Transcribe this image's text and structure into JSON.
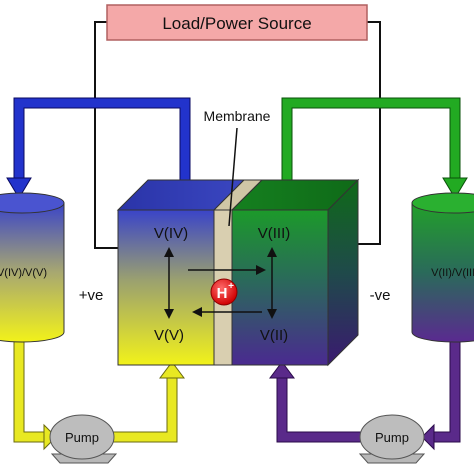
{
  "load_label": "Load/Power Source",
  "membrane_label": "Membrane",
  "positive_cell": {
    "top_species": "V(IV)",
    "bottom_species": "V(V)"
  },
  "negative_cell": {
    "top_species": "V(III)",
    "bottom_species": "V(II)"
  },
  "proton": {
    "base": "H",
    "charge": "+"
  },
  "positive_terminal": "+ve",
  "negative_terminal": "-ve",
  "left_tank_label": "V(IV)/V(V)",
  "right_tank_label": "V(II)/V(III)",
  "left_pump_label": "Pump",
  "right_pump_label": "Pump",
  "colors": {
    "positive_pipe_in": "#2233cc",
    "positive_pipe_return": "#e8e822",
    "negative_pipe_in": "#22aa22",
    "negative_pipe_return": "#5a2a8a",
    "load_fill": "#f4a8a8",
    "membrane": "#d9cfb0",
    "proton": "#e01010"
  }
}
